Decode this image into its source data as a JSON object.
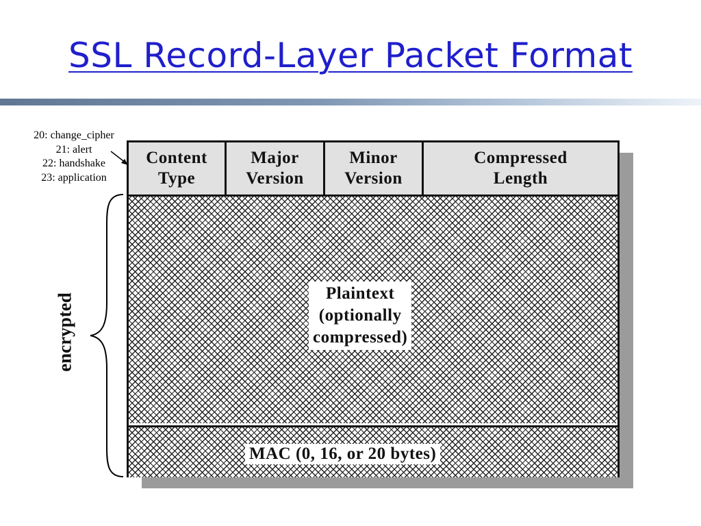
{
  "title": "SSL Record-Layer Packet Format",
  "content_type_codes": [
    "20: change_cipher",
    "21: alert",
    "22: handshake",
    "23: application"
  ],
  "header_fields": [
    "Content\nType",
    "Major\nVersion",
    "Minor\nVersion",
    "Compressed\nLength"
  ],
  "plaintext_label": "Plaintext\n(optionally\ncompressed)",
  "mac_label": "MAC (0, 16, or 20 bytes)",
  "encrypted_label": "encrypted",
  "colors": {
    "title": "#1f1fcc",
    "header_fill": "#e1e1e1",
    "shadow": "#9b9b9b"
  }
}
